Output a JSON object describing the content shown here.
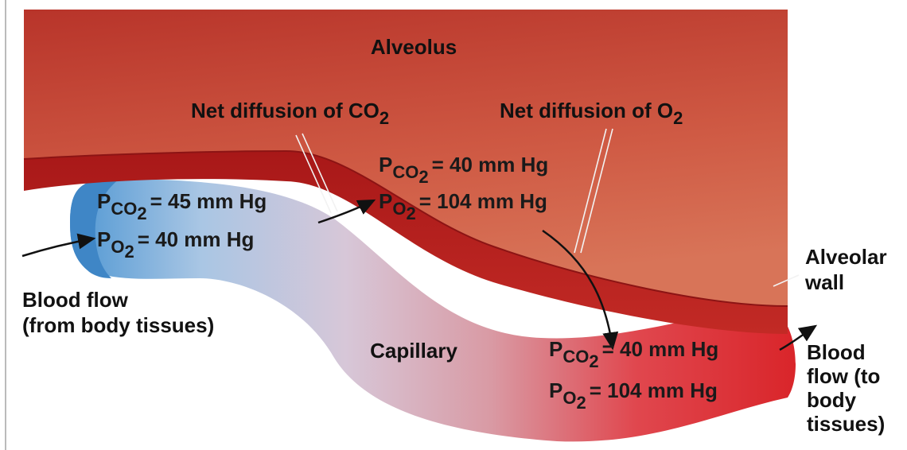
{
  "labels": {
    "alveolus": "Alveolus",
    "net_co2_prefix": "Net diffusion of CO",
    "net_co2_sub": "2",
    "net_o2_prefix": "Net diffusion of O",
    "net_o2_sub": "2",
    "alveolar_wall_line1": "Alveolar",
    "alveolar_wall_line2": "wall",
    "capillary": "Capillary",
    "blood_in_line1": "Blood flow",
    "blood_in_line2": "(from body tissues)",
    "blood_out_line1": "Blood",
    "blood_out_line2": "flow (to",
    "blood_out_line3": "body",
    "blood_out_line4": "tissues)"
  },
  "pressures": {
    "P": "P",
    "CO": "CO",
    "O": "O",
    "two": "2",
    "venous_pco2": "= 45 mm Hg",
    "venous_po2": "= 40 mm Hg",
    "alveolar_pco2": "= 40 mm Hg",
    "alveolar_po2": "= 104 mm Hg",
    "arterial_pco2": "= 40 mm Hg",
    "arterial_po2": "= 104 mm Hg"
  },
  "colors": {
    "alveolus_dark": "#b5302a",
    "alveolus_light": "#d9694f",
    "wall": "#b11f1e",
    "capillary_venous": "#5b9fd4",
    "capillary_arterial": "#e0252b"
  }
}
